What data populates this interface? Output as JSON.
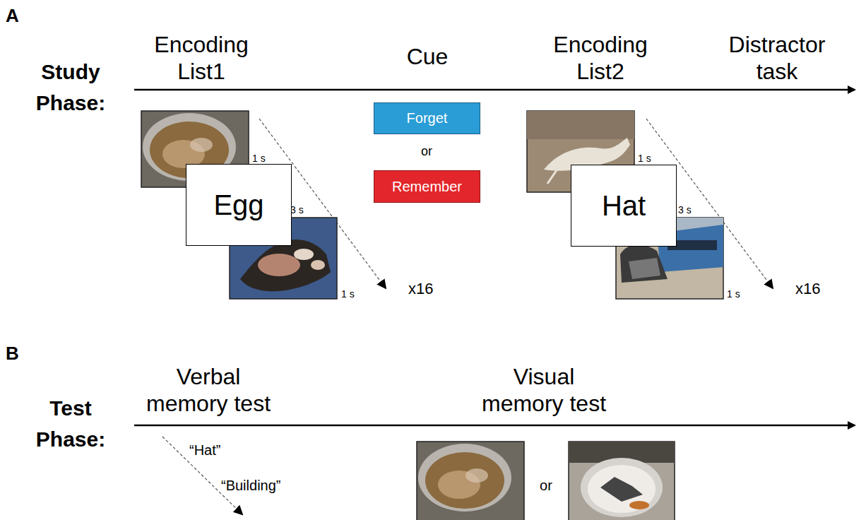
{
  "diagram": {
    "nodes": [
      {
        "text": [
          "Egg"
        ]
      },
      {
        "text": [
          "Forget"
        ]
      },
      {
        "text": [
          "Remember"
        ]
      },
      {
        "text": [
          "Hat"
        ]
      }
    ],
    "labels": [
      "A",
      "Study Phase:",
      "Encoding List1",
      "Cue",
      "Encoding List2",
      "Distractor task",
      "1 s",
      "3 s",
      "1 s",
      "x16",
      "or",
      "1 s",
      "3 s",
      "1 s",
      "x16",
      "B",
      "Test Phase:",
      "Verbal memory test",
      "Visual memory test",
      "“Hat”",
      "“Building”",
      "or"
    ]
  }
}
